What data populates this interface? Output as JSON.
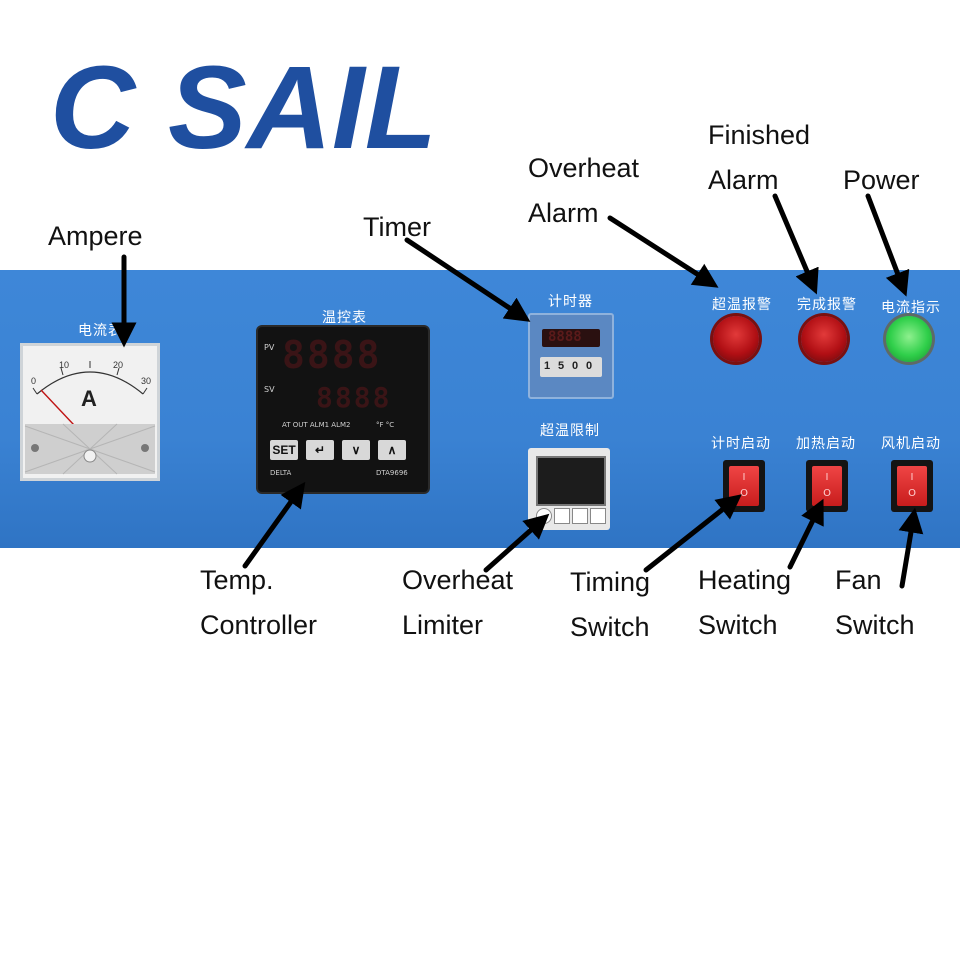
{
  "logo": {
    "text": "C SAIL",
    "color": "#1f4fa0"
  },
  "panel": {
    "color": "#3a82d3"
  },
  "panel_labels": {
    "ammeter": "电流表",
    "temp_controller": "温控表",
    "timer": "计时器",
    "overheat_limiter": "超温限制",
    "overheat_alarm": "超温报警",
    "finished_alarm": "完成报警",
    "power_indicator": "电流指示",
    "timing_switch": "计时启动",
    "heating_switch": "加热启动",
    "fan_switch": "风机启动"
  },
  "captions": {
    "ampere": "Ampere",
    "timer": "Timer",
    "overheat_alarm": [
      "Overheat",
      "Alarm"
    ],
    "finished_alarm": [
      "Finished",
      "Alarm"
    ],
    "power": "Power",
    "temp_controller": [
      "Temp.",
      "Controller"
    ],
    "overheat_limiter": [
      "Overheat",
      "Limiter"
    ],
    "timing_switch": [
      "Timing",
      "Switch"
    ],
    "heating_switch": [
      "Heating",
      "Switch"
    ],
    "fan_switch": [
      "Fan",
      "Switch"
    ]
  },
  "ammeter": {
    "unit": "A",
    "scale": [
      "0",
      "10",
      "20",
      "30"
    ]
  },
  "temp_controller_device": {
    "pv_label": "PV",
    "sv_label": "SV",
    "pv_display": "8888",
    "sv_display": "8888",
    "indicators": "AT  OUT  ALM1 ALM2",
    "units": "°F  °C",
    "keys": [
      "SET",
      "↵",
      "∨",
      "∧"
    ],
    "brand": "DELTA",
    "model": "DTA9696"
  },
  "timer_device": {
    "display": "8888",
    "dials": [
      "1",
      "5",
      "0",
      "0"
    ]
  },
  "colors": {
    "arrow": "#000000",
    "lamp_red": "#c0121a",
    "lamp_green": "#2fcf4a",
    "switch_red": "#e12b2b"
  }
}
